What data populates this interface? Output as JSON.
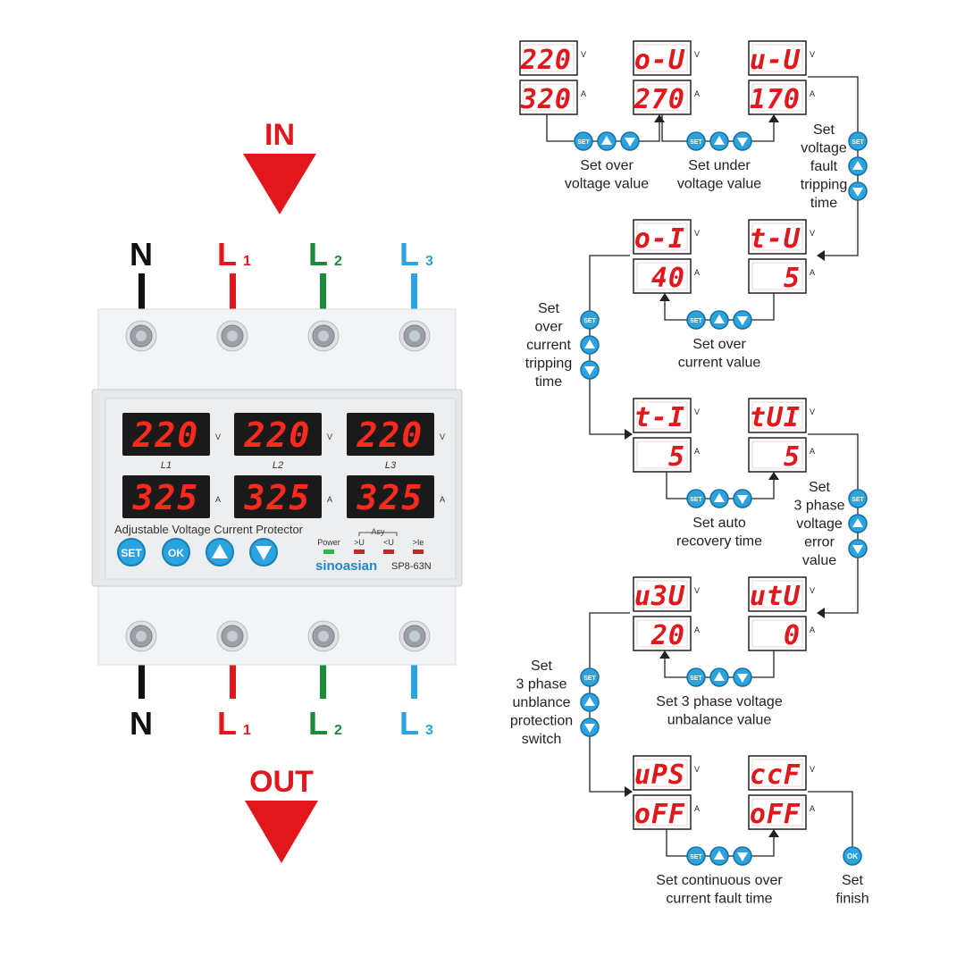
{
  "device": {
    "in_label": "IN",
    "out_label": "OUT",
    "terminals": [
      {
        "main": "N",
        "sub": "",
        "color": "#111111"
      },
      {
        "main": "L",
        "sub": "1",
        "color": "#e2171b"
      },
      {
        "main": "L",
        "sub": "2",
        "color": "#1b8a3a"
      },
      {
        "main": "L",
        "sub": "3",
        "color": "#2aa3df"
      }
    ],
    "displays": [
      {
        "label": "L1",
        "voltage": "220",
        "current": "325"
      },
      {
        "label": "L2",
        "voltage": "220",
        "current": "325"
      },
      {
        "label": "L3",
        "voltage": "220",
        "current": "325"
      }
    ],
    "unit_v": "V",
    "unit_a": "A",
    "product_name": "Adjustable Voltage Current Protector",
    "buttons": [
      "SET",
      "OK"
    ],
    "indicators": {
      "group_label": "Asy",
      "items": [
        ">U",
        "<U",
        ">Ie"
      ],
      "power_label": "Power"
    },
    "brand": "sinoasian",
    "model": "SP8-63N",
    "arrow_color": "#e2171b"
  },
  "flow": {
    "display_color": "#e2171b",
    "node_color": "#2aa3df",
    "set_label": "SET",
    "ok_label": "OK",
    "unit_v": "V",
    "unit_a": "A",
    "screens": [
      {
        "id": "s1",
        "top": "220",
        "bottom": "320"
      },
      {
        "id": "s2",
        "top": "o-U",
        "bottom": "270"
      },
      {
        "id": "s3",
        "top": "u-U",
        "bottom": "170"
      },
      {
        "id": "s4",
        "top": "o-I",
        "bottom": "40"
      },
      {
        "id": "s5",
        "top": "t-U",
        "bottom": "5"
      },
      {
        "id": "s6",
        "top": "t-I",
        "bottom": "5"
      },
      {
        "id": "s7",
        "top": "tUI",
        "bottom": "5"
      },
      {
        "id": "s8",
        "top": "u3U",
        "bottom": "20"
      },
      {
        "id": "s9",
        "top": "utU",
        "bottom": "0"
      },
      {
        "id": "s10",
        "top": "uPS",
        "bottom": "oFF"
      },
      {
        "id": "s11",
        "top": "ccF",
        "bottom": "oFF"
      }
    ],
    "captions": [
      {
        "id": "c1",
        "lines": [
          "Set over",
          "voltage value"
        ]
      },
      {
        "id": "c2",
        "lines": [
          "Set under",
          "voltage value"
        ]
      },
      {
        "id": "c3",
        "lines": [
          "Set",
          "voltage",
          "fault",
          "tripping",
          "time"
        ]
      },
      {
        "id": "c4",
        "lines": [
          "Set over",
          "current value"
        ]
      },
      {
        "id": "c5",
        "lines": [
          "Set",
          "over",
          "current",
          "tripping",
          "time"
        ]
      },
      {
        "id": "c6",
        "lines": [
          "Set auto",
          "recovery time"
        ]
      },
      {
        "id": "c7",
        "lines": [
          "Set",
          "3 phase",
          "voltage",
          "error",
          "value"
        ]
      },
      {
        "id": "c8",
        "lines": [
          "Set 3 phase voltage",
          "unbalance value"
        ]
      },
      {
        "id": "c9",
        "lines": [
          "Set",
          "3 phase",
          "unblance",
          "protection",
          "switch"
        ]
      },
      {
        "id": "c10",
        "lines": [
          "Set continuous over",
          "current fault time"
        ]
      },
      {
        "id": "c11",
        "lines": [
          "Set",
          "finish"
        ]
      }
    ]
  }
}
